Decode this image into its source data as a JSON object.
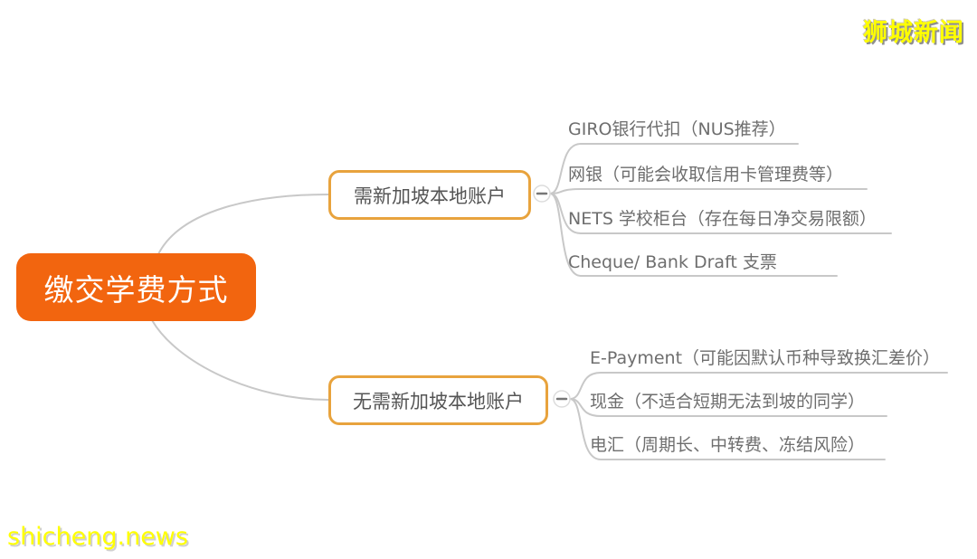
{
  "watermarks": {
    "top_right": "狮城新闻",
    "bottom_left": "shicheng.news",
    "color": "#FFFF00"
  },
  "mindmap": {
    "root": {
      "label": "缴交学费方式",
      "fill_color": "#F2650F",
      "text_color": "#FFFFFF"
    },
    "branches": [
      {
        "label": "需新加坡本地账户",
        "border_color": "#E8A33D",
        "children": [
          "GIRO银行代扣（NUS推荐）",
          "网银（可能会收取信用卡管理费等）",
          "NETS 学校柜台（存在每日净交易限额）",
          "Cheque/ Bank Draft 支票"
        ]
      },
      {
        "label": "无需新加坡本地账户",
        "border_color": "#E8A33D",
        "children": [
          "E-Payment（可能因默认币种导致换汇差价）",
          "现金（不适合短期无法到坡的同学）",
          "电汇（周期长、中转费、冻结风险）"
        ]
      }
    ],
    "connector_color": "#C8C8C8",
    "collapse_icon": "minus"
  }
}
